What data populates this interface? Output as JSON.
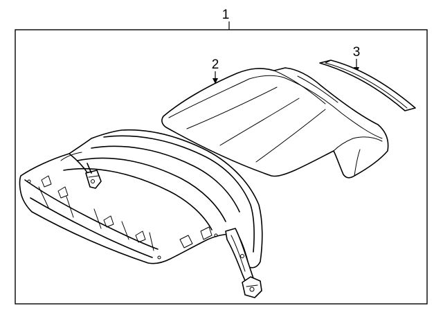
{
  "callouts": {
    "assembly": "1",
    "cover": "2",
    "seal": "3"
  }
}
